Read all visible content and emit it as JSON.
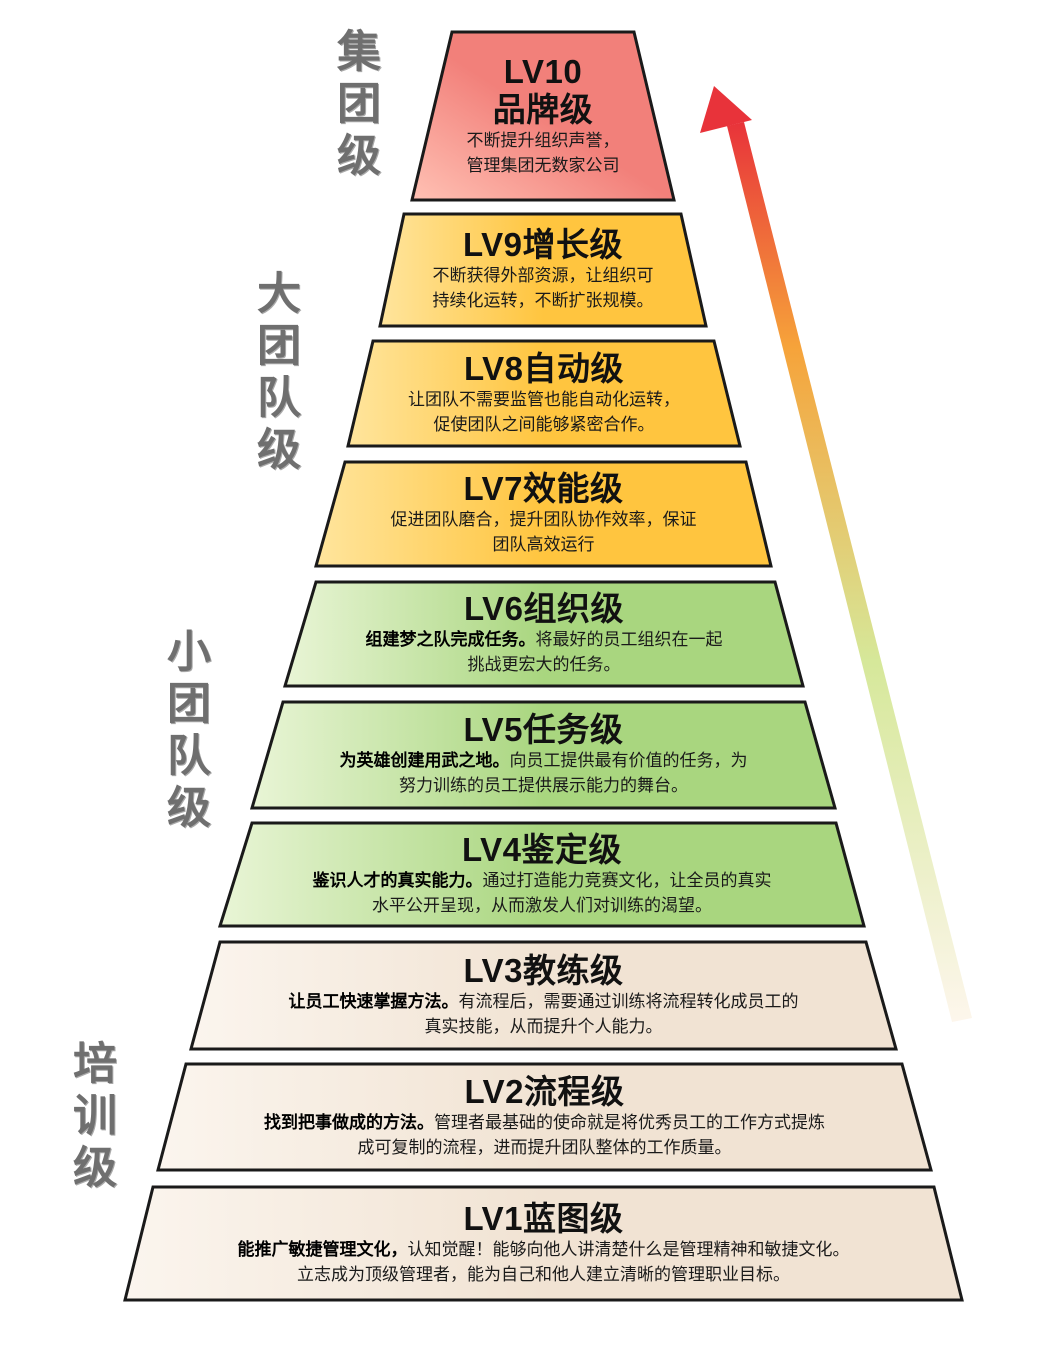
{
  "tiers": [
    {
      "title": "LV10",
      "subtitle": "品牌级",
      "desc_bold": "",
      "desc": "不断提升组织声誉，\n管理集团无数家公司",
      "fill": [
        "#f2807a",
        "#ffc1b4"
      ]
    },
    {
      "title": "LV9增长级",
      "subtitle": "",
      "desc_bold": "",
      "desc": "不断获得外部资源，让组织可\n持续化运转，不断扩张规模。",
      "fill": [
        "#ffc53f",
        "#ffe59d"
      ]
    },
    {
      "title": "LV8自动级",
      "subtitle": "",
      "desc_bold": "",
      "desc": "让团队不需要监管也能自动化运转，\n促使团队之间能够紧密合作。",
      "fill": [
        "#ffc53f",
        "#ffe59d"
      ]
    },
    {
      "title": "LV7效能级",
      "subtitle": "",
      "desc_bold": "",
      "desc": "促进团队磨合，提升团队协作效率，保证\n团队高效运行",
      "fill": [
        "#ffc53f",
        "#ffe59d"
      ]
    },
    {
      "title": "LV6组织级",
      "subtitle": "",
      "desc_bold": "组建梦之队完成任务。",
      "desc": "将最好的员工组织在一起\n挑战更宏大的任务。",
      "fill": [
        "#a9d67f",
        "#e9f5d6"
      ]
    },
    {
      "title": "LV5任务级",
      "subtitle": "",
      "desc_bold": "为英雄创建用武之地。",
      "desc": "向员工提供最有价值的任务，为\n努力训练的员工提供展示能力的舞台。",
      "fill": [
        "#a9d67f",
        "#e9f5d6"
      ]
    },
    {
      "title": "LV4鉴定级",
      "subtitle": "",
      "desc_bold": "鉴识人才的真实能力。",
      "desc": "通过打造能力竞赛文化，让全员的真实\n水平公开呈现，从而激发人们对训练的渴望。",
      "fill": [
        "#a9d67f",
        "#e9f5d6"
      ]
    },
    {
      "title": "LV3教练级",
      "subtitle": "",
      "desc_bold": "让员工快速掌握方法。",
      "desc": "有流程后，需要通过训练将流程转化成员工的\n真实技能，从而提升个人能力。",
      "fill": [
        "#f1e3d3",
        "#fbf5ee"
      ]
    },
    {
      "title": "LV2流程级",
      "subtitle": "",
      "desc_bold": "找到把事做成的方法。",
      "desc": "管理者最基础的使命就是将优秀员工的工作方式提炼\n成可复制的流程，进而提升团队整体的工作质量。",
      "fill": [
        "#f1e3d3",
        "#fbf5ee"
      ]
    },
    {
      "title": "LV1蓝图级",
      "subtitle": "",
      "desc_bold": "能推广敏捷管理文化，",
      "desc": "认知觉醒！能够向他人讲清楚什么是管理精神和敏捷文化。\n立志成为顶级管理者，能为自己和他人建立清晰的管理职业目标。",
      "fill": [
        "#f1e3d3",
        "#fbf5ee"
      ]
    }
  ],
  "groups": [
    {
      "label": "集团级"
    },
    {
      "label": "大团队级"
    },
    {
      "label": "小团队级"
    },
    {
      "label": "培训级"
    }
  ],
  "arrow": {
    "colors": [
      "#fdf6ec",
      "#d6e89a",
      "#f6a33a",
      "#e8333a"
    ]
  }
}
